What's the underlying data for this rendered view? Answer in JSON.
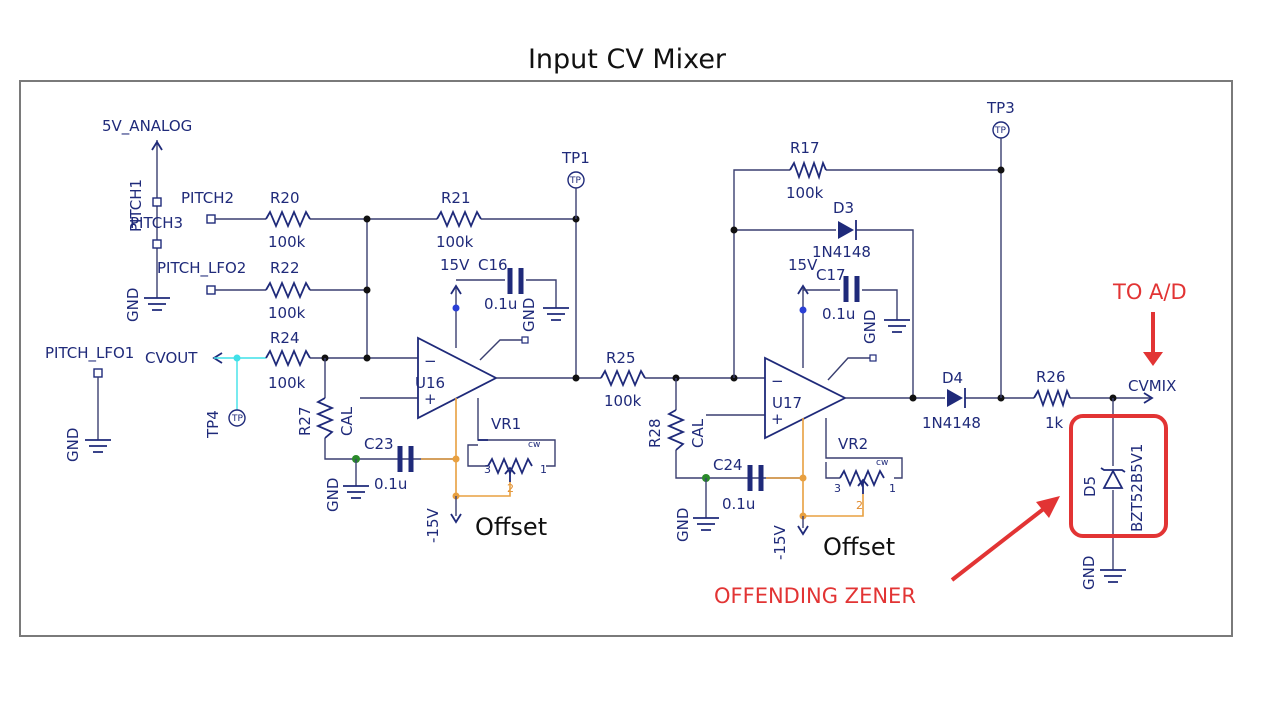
{
  "title": "Input CV Mixer",
  "nets": {
    "v5": "5V_ANALOG",
    "pitch1": "PITCH1",
    "pitch2": "PITCH2",
    "pitch3": "PITCH3",
    "pitch_lfo2": "PITCH_LFO2",
    "pitch_lfo1": "PITCH_LFO1",
    "cvout": "CVOUT",
    "cvmix": "CVMIX",
    "gnd": "GND",
    "p15": "15V",
    "m15": "-15V"
  },
  "components": {
    "r20": {
      "ref": "R20",
      "value": "100k"
    },
    "r21": {
      "ref": "R21",
      "value": "100k"
    },
    "r22": {
      "ref": "R22",
      "value": "100k"
    },
    "r24": {
      "ref": "R24",
      "value": "100k"
    },
    "r25": {
      "ref": "R25",
      "value": "100k"
    },
    "r17": {
      "ref": "R17",
      "value": "100k"
    },
    "r26": {
      "ref": "R26",
      "value": "1k"
    },
    "r27": {
      "ref": "R27",
      "value": "CAL"
    },
    "r28": {
      "ref": "R28",
      "value": "CAL"
    },
    "c16": {
      "ref": "C16",
      "value": "0.1u"
    },
    "c17": {
      "ref": "C17",
      "value": "0.1u"
    },
    "c23": {
      "ref": "C23",
      "value": "0.1u"
    },
    "c24": {
      "ref": "C24",
      "value": "0.1u"
    },
    "u16": {
      "ref": "U16"
    },
    "u17": {
      "ref": "U17"
    },
    "vr1": {
      "ref": "VR1",
      "cw": "cw"
    },
    "vr2": {
      "ref": "VR2",
      "cw": "cw"
    },
    "d3": {
      "ref": "D3",
      "value": "1N4148"
    },
    "d4": {
      "ref": "D4",
      "value": "1N4148"
    },
    "d5": {
      "ref": "D5",
      "value": "BZT52B5V1"
    },
    "tp1": {
      "ref": "TP1",
      "mark": "TP"
    },
    "tp3": {
      "ref": "TP3",
      "mark": "TP"
    },
    "tp4": {
      "ref": "TP4",
      "mark": "TP"
    }
  },
  "pins": {
    "p1": "1",
    "p2": "2",
    "p3": "3",
    "minus": "−",
    "plus": "+"
  },
  "offset_label": "Offset",
  "annotations": {
    "to_ad": "TO A/D",
    "offending": "OFFENDING ZENER"
  },
  "colors": {
    "wire": "#3a3f70",
    "component": "#1f2a7a",
    "annotation": "#e23434",
    "wiper_net": "#e8a040",
    "cvout_net": "#3fe0e8",
    "power_junction": "#2a3fd6",
    "ground_junction": "#2a8a2a"
  }
}
